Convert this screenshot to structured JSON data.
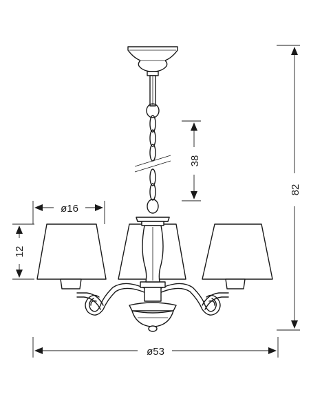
{
  "dimensions": {
    "shade_diameter": "ø16",
    "shade_height": "12",
    "chain_length": "38",
    "total_height": "82",
    "total_diameter": "ø53"
  }
}
